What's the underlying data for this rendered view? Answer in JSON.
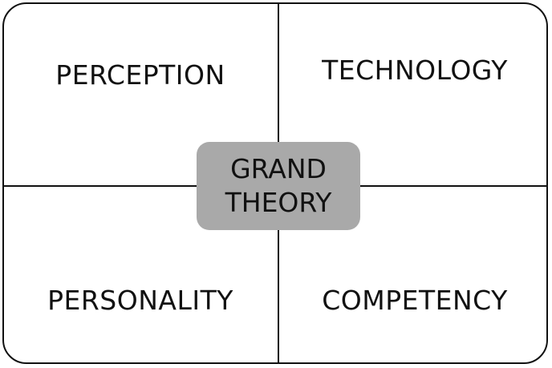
{
  "quadrants": {
    "top_left": "PERCEPTION",
    "top_right": "TECHNOLOGY",
    "bottom_left": "PERSONALITY",
    "bottom_right": "COMPETENCY"
  },
  "center": {
    "line1": "GRAND",
    "line2": "THEORY"
  },
  "colors": {
    "border": "#111111",
    "center_fill": "#a9a9a9",
    "background": "#ffffff"
  }
}
